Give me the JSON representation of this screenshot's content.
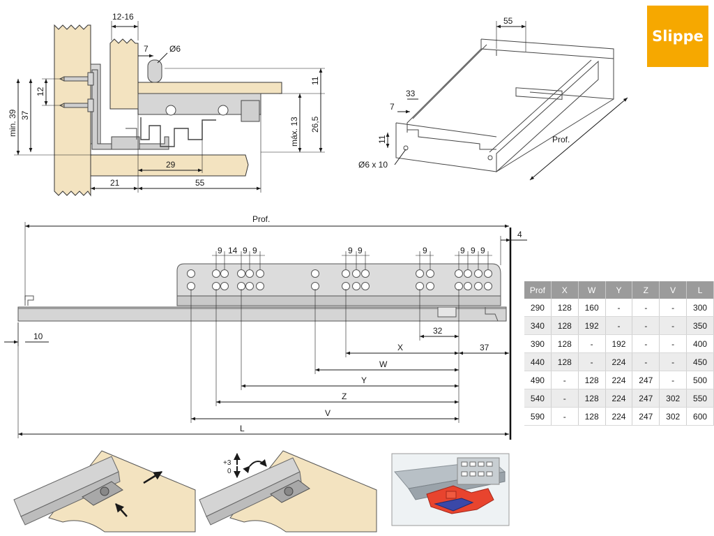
{
  "logo": {
    "text": "Slippe",
    "color": "#f6a800"
  },
  "top_left_dims": {
    "d_12_16": "12-16",
    "d_7": "7",
    "d_phi6": "Ø6",
    "d_11": "11",
    "d_12": "12",
    "d_min39": "min. 39",
    "d_37": "37",
    "d_max13": "máx. 13",
    "d_26_5": "26,5",
    "d_29": "29",
    "d_21": "21",
    "d_55": "55"
  },
  "iso_dims": {
    "d_55": "55",
    "d_33": "33",
    "d_7": "7",
    "d_11": "11",
    "d_hole": "Ø6 x 10",
    "d_prof": "Prof."
  },
  "rail_dims": {
    "prof": "Prof.",
    "d_4": "4",
    "d_10": "10",
    "d_32": "32",
    "d_37": "37",
    "X": "X",
    "W": "W",
    "Y": "Y",
    "Z": "Z",
    "V": "V",
    "L": "L",
    "nine": "9",
    "fourteen": "14"
  },
  "table": {
    "headers": [
      "Prof",
      "X",
      "W",
      "Y",
      "Z",
      "V",
      "L"
    ],
    "rows": [
      [
        "290",
        "128",
        "160",
        "-",
        "-",
        "-",
        "300"
      ],
      [
        "340",
        "128",
        "192",
        "-",
        "-",
        "-",
        "350"
      ],
      [
        "390",
        "128",
        "-",
        "192",
        "-",
        "-",
        "400"
      ],
      [
        "440",
        "128",
        "-",
        "224",
        "-",
        "-",
        "450"
      ],
      [
        "490",
        "-",
        "128",
        "224",
        "247",
        "-",
        "500"
      ],
      [
        "540",
        "-",
        "128",
        "224",
        "247",
        "302",
        "550"
      ],
      [
        "590",
        "-",
        "128",
        "224",
        "247",
        "302",
        "600"
      ]
    ]
  },
  "adjust_labels": {
    "plus3": "+3",
    "zero": "0"
  },
  "colors": {
    "wood": "#f3e3c0",
    "metal": "#d2d2d2",
    "accent": "#f6a800"
  },
  "icons": [
    "arrow-icon",
    "rotate-icon",
    "updown-arrow-icon"
  ]
}
